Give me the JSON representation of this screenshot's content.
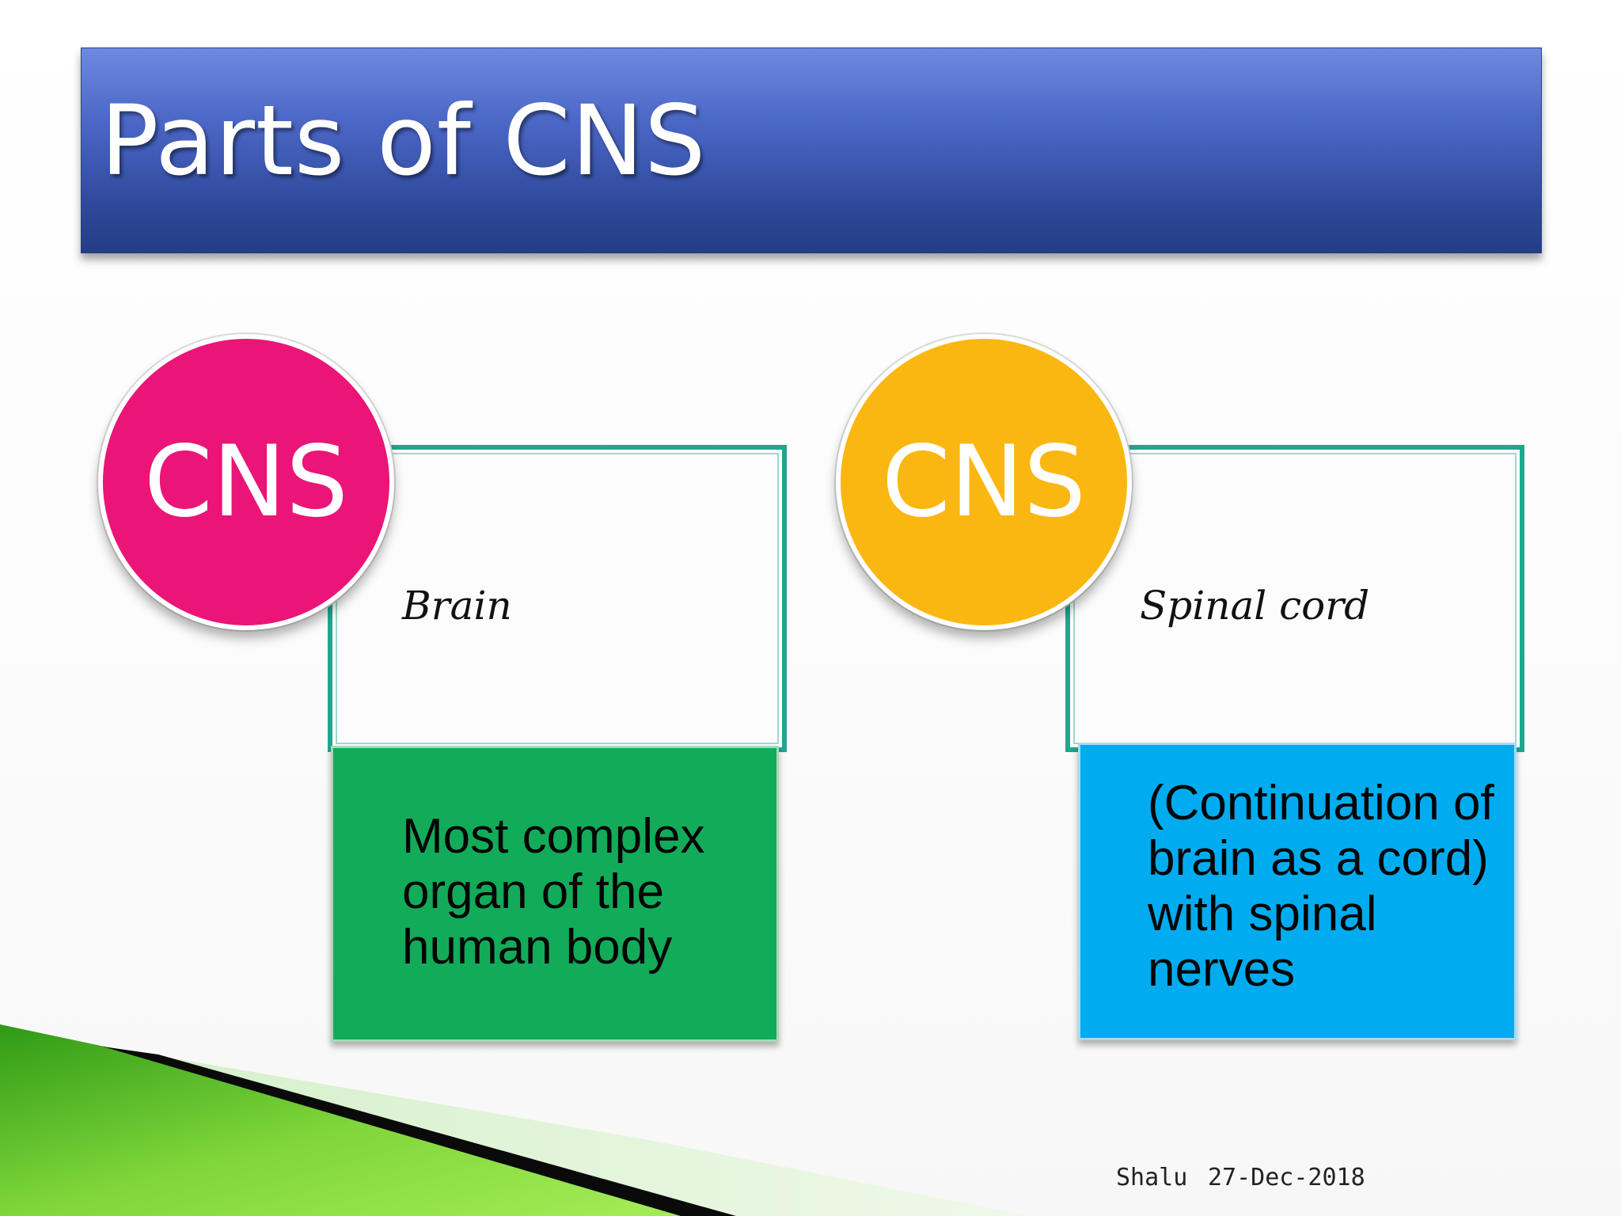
{
  "slide": {
    "title": "Parts of CNS",
    "cards": [
      {
        "circle_label": "CNS",
        "circle_color": "#ea1577",
        "box_label": "Brain",
        "description": "Most complex organ of the human body",
        "description_color": "#12ab5a"
      },
      {
        "circle_label": "CNS",
        "circle_color": "#fbb711",
        "box_label": "Spinal cord",
        "description": "(Continuation of brain as a cord) with spinal nerves",
        "description_color": "#00acef"
      }
    ],
    "footer": {
      "author": "Shalu",
      "date": "27-Dec-2018"
    }
  },
  "colors": {
    "title_bar": "#3a56b0",
    "outline_border": "#21a68f",
    "decoration_green": "#6fcf2e",
    "decoration_black": "#0a0a0a"
  }
}
